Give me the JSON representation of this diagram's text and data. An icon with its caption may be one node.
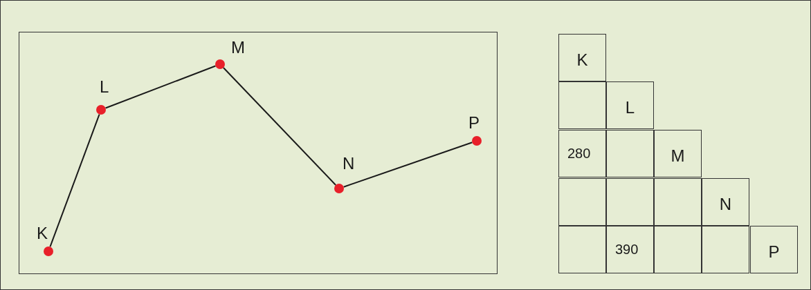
{
  "diagram": {
    "nodes": [
      {
        "text": [],
        "shape": "circle",
        "beside": [
          "K"
        ]
      },
      {
        "text": [],
        "shape": "circle",
        "beside": [
          "L"
        ]
      },
      {
        "text": [],
        "shape": "circle",
        "beside": [
          "M"
        ]
      },
      {
        "text": [],
        "shape": "circle",
        "beside": [
          "N"
        ]
      },
      {
        "text": [],
        "shape": "circle",
        "beside": [
          "P"
        ]
      }
    ],
    "edges": [
      {
        "from": 0,
        "to": 1,
        "arrow": "none"
      },
      {
        "from": 1,
        "to": 2,
        "arrow": "none"
      },
      {
        "from": 2,
        "to": 3,
        "arrow": "none"
      },
      {
        "from": 3,
        "to": 4,
        "arrow": "none"
      }
    ],
    "labels": [
      "K",
      "L",
      "280",
      "M",
      "N",
      "390",
      "P"
    ]
  }
}
